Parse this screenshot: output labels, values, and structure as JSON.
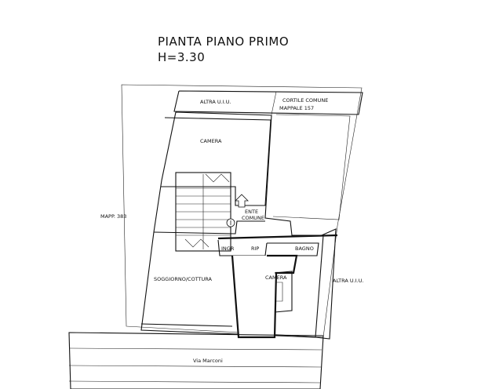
{
  "title": {
    "line1": "PIANTA PIANO PRIMO",
    "line2": "H=3.30"
  },
  "labels": {
    "altra_uiu_top": "ALTRA U.I.U.",
    "cortile_comune": "CORTILE COMUNE",
    "mappale": "MAPPALE 157",
    "camera_top": "CAMERA",
    "ente": "ENTE",
    "comune": "COMUNE",
    "mapp_383": "MAPP. 383",
    "ingr": "INGR",
    "rip": "RIP",
    "bagno": "BAGNO",
    "camera_small": "CAMERA",
    "soggiorno": "SOGGIORNO/COTTURA",
    "altra_uiu_right": "ALTRA U.I.U.",
    "via": "Via Marconi"
  },
  "colors": {
    "background": "#000000",
    "paper": "#ffffff",
    "line": "#111111"
  }
}
